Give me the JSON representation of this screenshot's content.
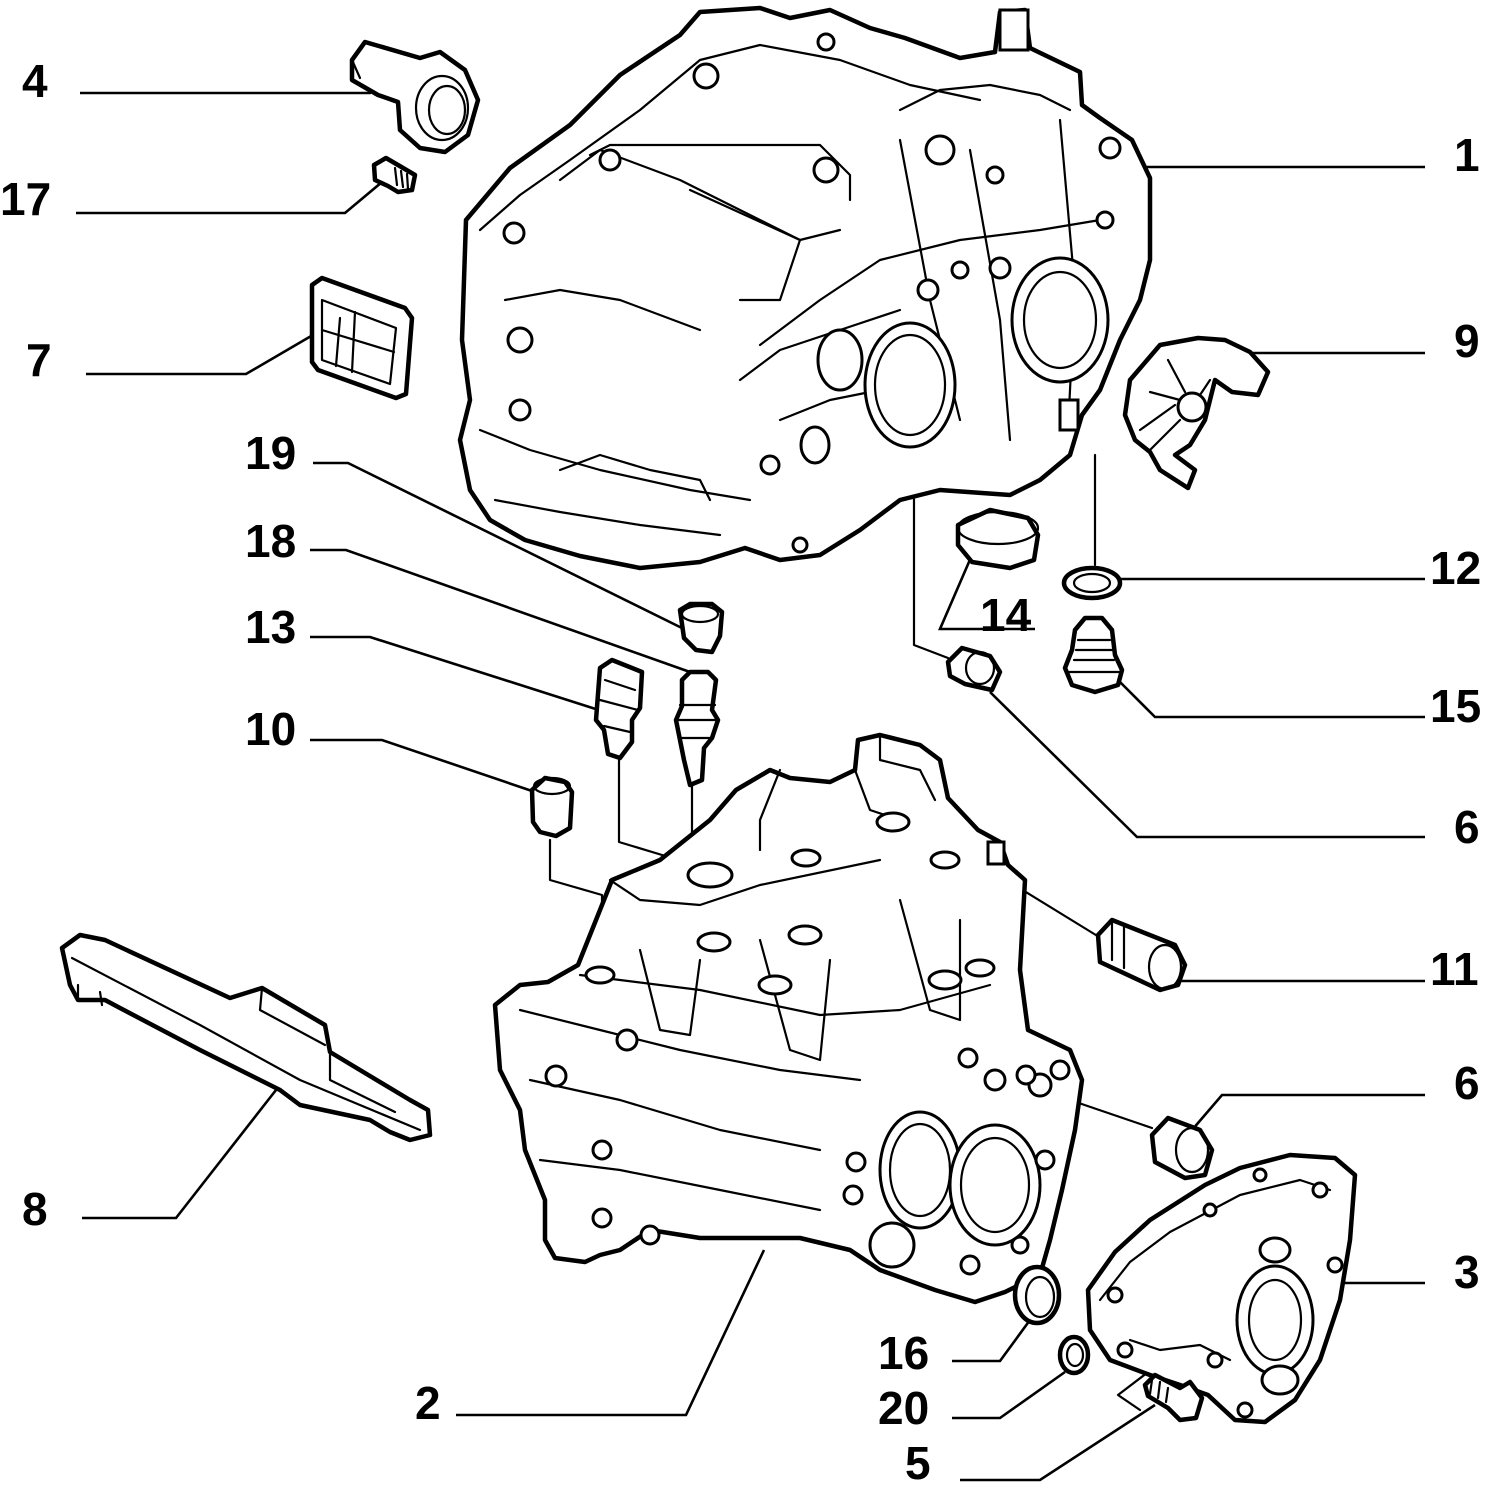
{
  "diagram": {
    "callouts": [
      {
        "id": "c4",
        "label": "4"
      },
      {
        "id": "c17",
        "label": "17"
      },
      {
        "id": "c7",
        "label": "7"
      },
      {
        "id": "c19",
        "label": "19"
      },
      {
        "id": "c18",
        "label": "18"
      },
      {
        "id": "c13",
        "label": "13"
      },
      {
        "id": "c10",
        "label": "10"
      },
      {
        "id": "c8",
        "label": "8"
      },
      {
        "id": "c2",
        "label": "2"
      },
      {
        "id": "c1",
        "label": "1"
      },
      {
        "id": "c9",
        "label": "9"
      },
      {
        "id": "c12",
        "label": "12"
      },
      {
        "id": "c14",
        "label": "14"
      },
      {
        "id": "c15",
        "label": "15"
      },
      {
        "id": "c6a",
        "label": "6"
      },
      {
        "id": "c11",
        "label": "11"
      },
      {
        "id": "c6b",
        "label": "6"
      },
      {
        "id": "c3",
        "label": "3"
      },
      {
        "id": "c16",
        "label": "16"
      },
      {
        "id": "c20",
        "label": "20"
      },
      {
        "id": "c5",
        "label": "5"
      }
    ],
    "colors": {
      "line": "#000000",
      "background": "#ffffff"
    }
  }
}
